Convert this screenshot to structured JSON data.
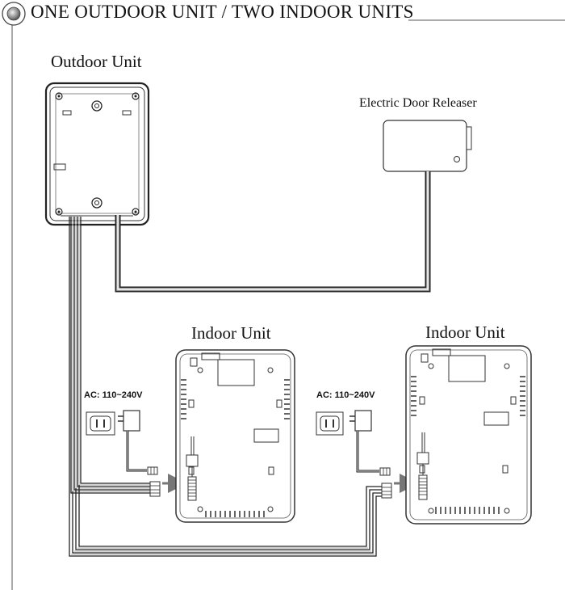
{
  "title": "ONE OUTDOOR UNIT / TWO INDOOR UNITS",
  "labels": {
    "outdoor_unit": "Outdoor  Unit",
    "door_releaser": "Electric Door Releaser",
    "indoor_unit_1": "Indoor Unit",
    "indoor_unit_2": "Indoor Unit",
    "ac_1": "AC: 110~240V",
    "ac_2": "AC: 110~240V"
  },
  "icons": [
    "bullet-circle-icon",
    "wall-socket-icon",
    "power-adapter-icon",
    "connector-plug-icon",
    "arrow-right-icon"
  ]
}
